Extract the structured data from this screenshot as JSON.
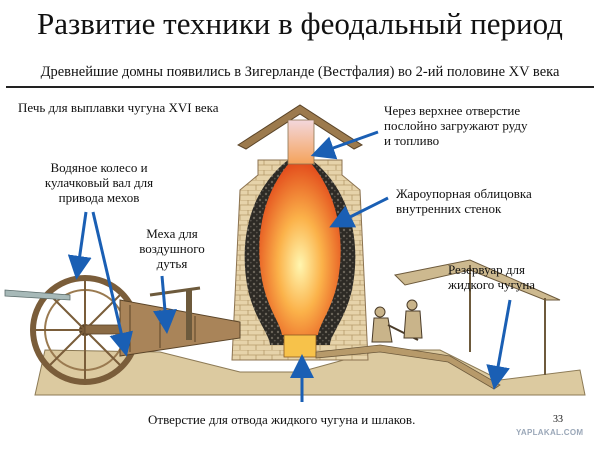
{
  "title": "Развитие техники в феодальный период",
  "subtitle": "Древнейшие домны появились в Зигерланде (Вестфалия) во 2-ий половине XV века",
  "labels": {
    "furnace": "Печь для выплавки чугуна  XVI века",
    "top_opening": "Через верхнее отверстие\nпослойно загружают руду\nи топливо",
    "lining": "Жароупорная облицовка\nвнутренних стенок",
    "water_wheel": "Водяное колесо и\nкулачковый вал для\nпривода мехов",
    "bellows": "Меха для\nвоздушного\nдутья",
    "reservoir": "Резервуар для\nжидкого чугуна",
    "outlet": "Отверстие для отвода жидкого чугуна и шлаков."
  },
  "page_number": "33",
  "watermark": "YAPLAKAL.COM",
  "colors": {
    "arrow": "#1a5fb4",
    "brick": "#e2cfa6",
    "lining": "#2c2a26",
    "flame_core": "#fff3a6",
    "flame_edge": "#e5501b",
    "ground": "#d9c79d",
    "wood": "#8a6a44"
  }
}
